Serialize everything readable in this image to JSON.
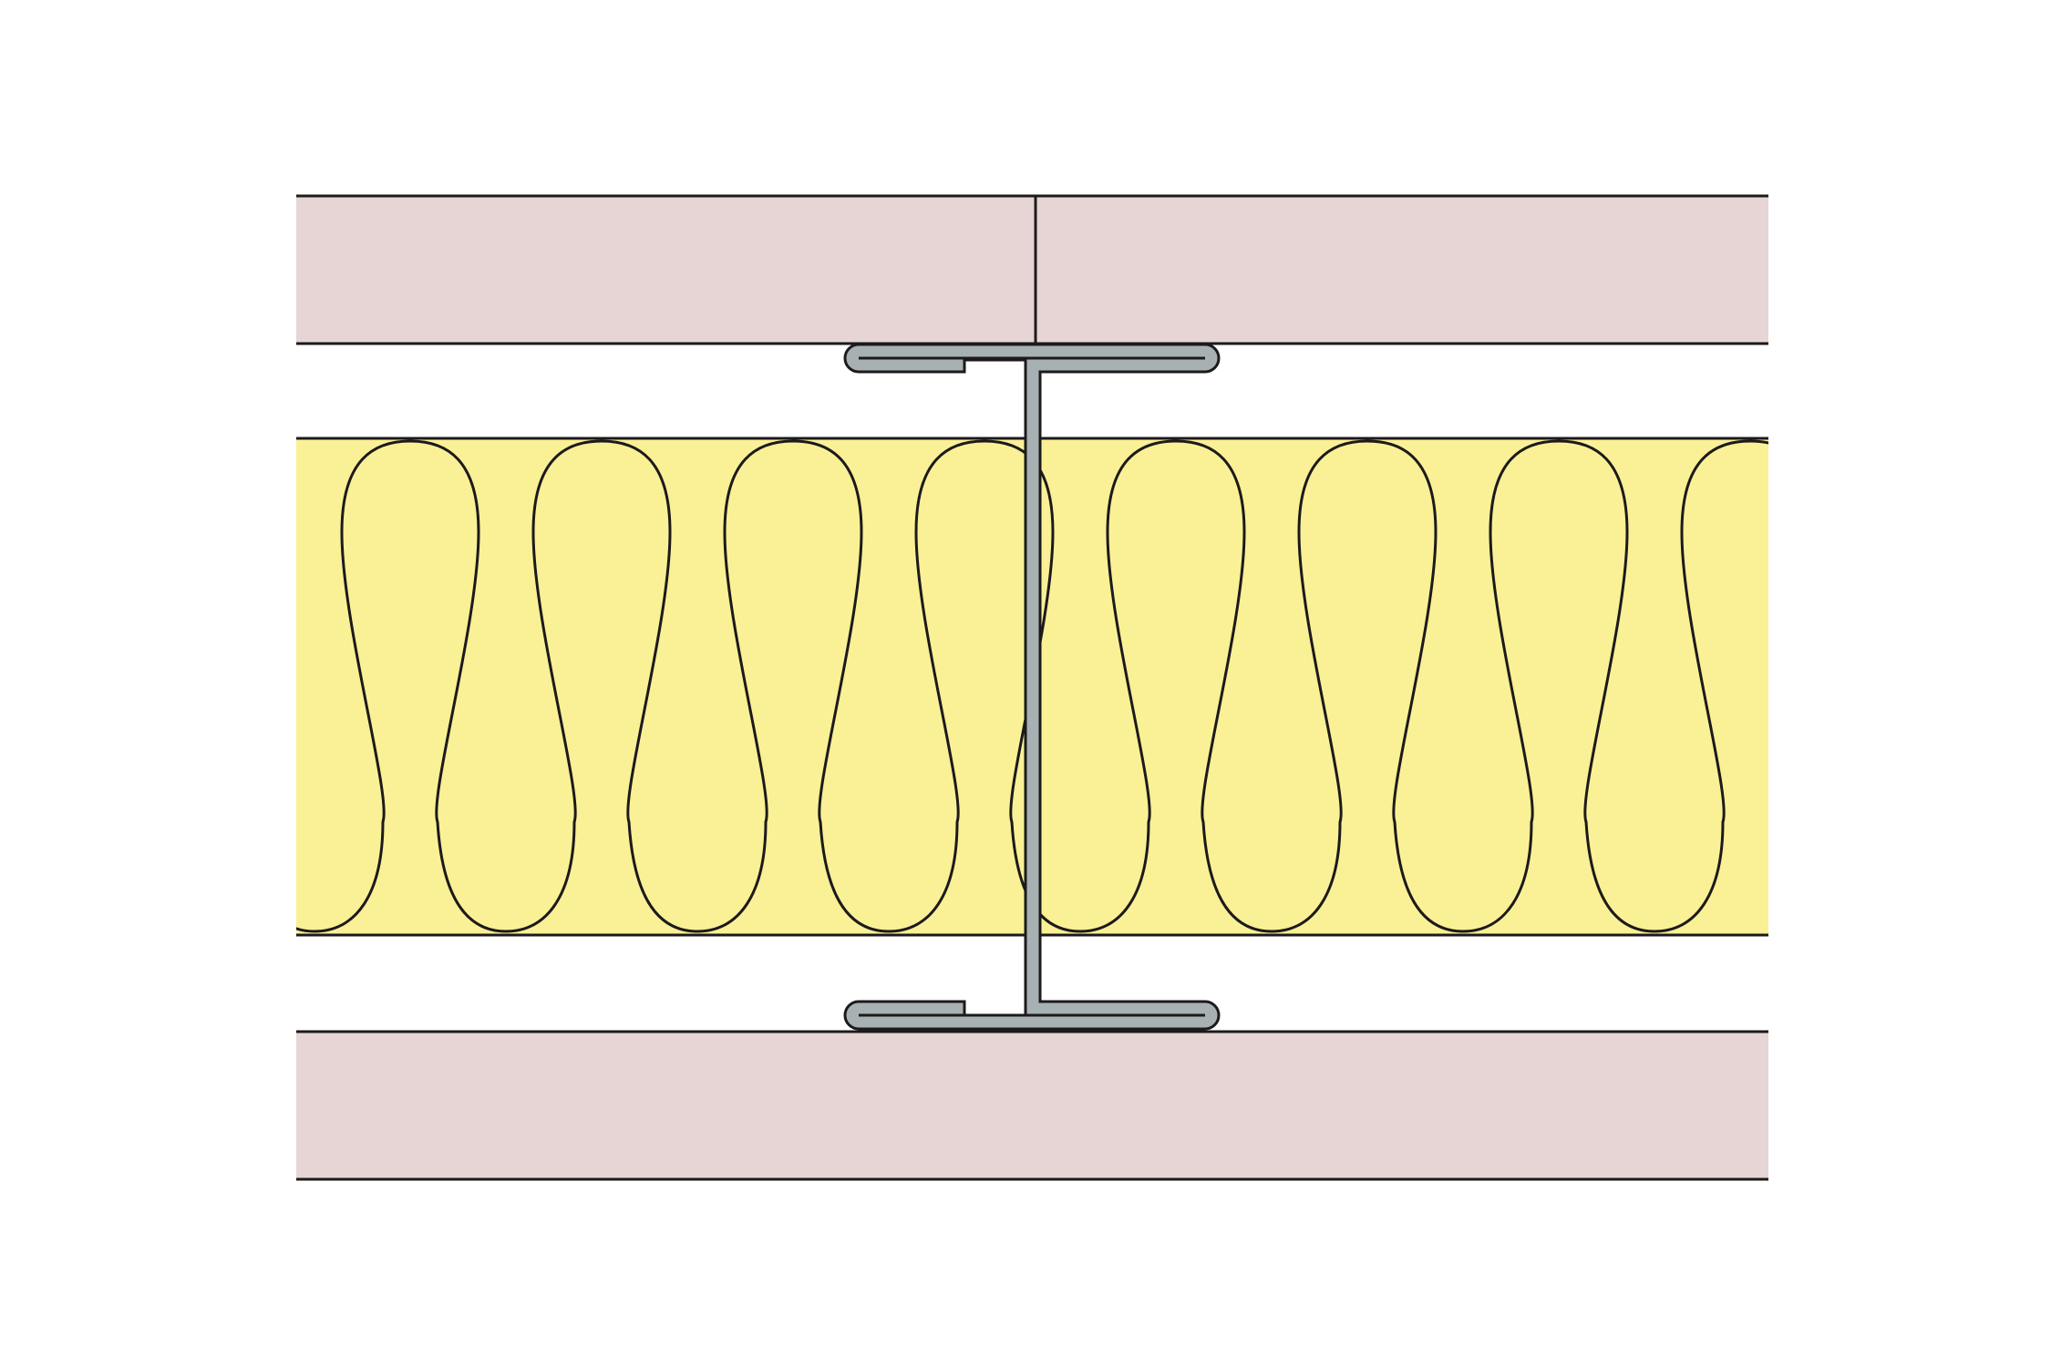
{
  "diagram": {
    "kind": "partition-wall-cross-section",
    "colors": {
      "plasterboard": "#e6d5d4",
      "insulation": "#faf096",
      "steel_stud": "#a7b1b3",
      "outline": "#1c1a1a",
      "background": "#ffffff"
    },
    "layers": [
      {
        "name": "top-plasterboard-layer",
        "material": "plasterboard",
        "board_count": 2
      },
      {
        "name": "upper-cavity",
        "material": "air"
      },
      {
        "name": "mineral-wool-insulation",
        "material": "insulation",
        "loop_count": 8
      },
      {
        "name": "lower-cavity",
        "material": "air"
      },
      {
        "name": "bottom-plasterboard-layer",
        "material": "plasterboard",
        "board_count": 1
      }
    ],
    "stud": {
      "profile": "I-section",
      "material": "steel_stud",
      "count": 1
    },
    "icons": {
      "board": "plasterboard-icon",
      "insulation": "insulation-icon",
      "stud": "steel-stud-icon"
    }
  }
}
